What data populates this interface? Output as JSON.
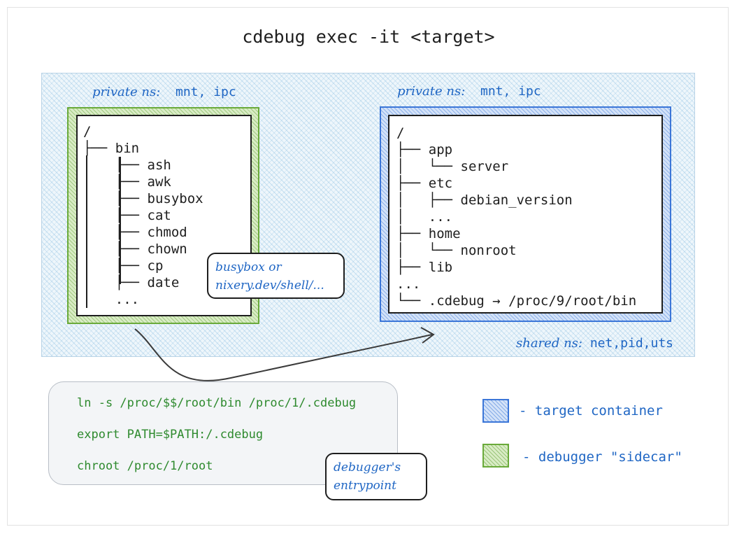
{
  "title": "cdebug exec -it <target>",
  "left": {
    "ns_prefix": "private ns:",
    "ns_value": "mnt, ipc",
    "tree": [
      "/",
      "├── bin",
      "    ├── ash",
      "    ├── awk",
      "    ├── busybox",
      "    ├── cat",
      "    ├── chmod",
      "    ├── chown",
      "    ├── cp",
      "    ├── date",
      "    ..."
    ],
    "callout_line1": "busybox or",
    "callout_line2": "nixery.dev/shell/..."
  },
  "right": {
    "ns_prefix": "private ns:",
    "ns_value": "mnt, ipc",
    "tree": [
      "/",
      "├── app",
      "│   └── server",
      "├── etc",
      "│   ├── debian_version",
      "│   ...",
      "├── home",
      "│   └── nonroot",
      "├── lib",
      "...",
      "└── .cdebug → /proc/9/root/bin"
    ]
  },
  "shared_ns_prefix": "shared ns:",
  "shared_ns_value": "net,pid,uts",
  "commands": [
    "ln -s /proc/$$/root/bin /proc/1/.cdebug",
    "export PATH=$PATH:/.cdebug",
    "chroot /proc/1/root"
  ],
  "entry_callout_line1": "debugger's",
  "entry_callout_line2": "entrypoint",
  "legend": {
    "target": "- target container",
    "debugger": "- debugger \"sidecar\""
  },
  "colors": {
    "target_blue": "#3b76d8",
    "debugger_green": "#6aaa3a",
    "label_blue": "#1f66c4",
    "command_green": "#2e8a2e"
  }
}
